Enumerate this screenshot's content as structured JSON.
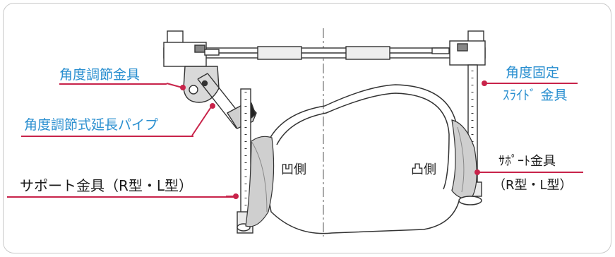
{
  "labels": {
    "angle_adjust_fitting": "角度調節金具",
    "angle_adjust_pipe": "角度調節式延長パイプ",
    "support_fitting_left": "サポート金具（R型・L型）",
    "angle_fixed_line1": "角度固定",
    "angle_fixed_line2": "ｽﾗｲﾄﾞ 金具",
    "support_fitting_right_line1": "ｻﾎﾟｰﾄ金具",
    "support_fitting_right_line2": "（R型・L型）",
    "concave_side": "凹側",
    "convex_side": "凸側"
  },
  "colors": {
    "label_blue": "#2a8fd0",
    "leader_red": "#c8234a",
    "line_art": "#333333",
    "frame": "#c9c9c9"
  }
}
